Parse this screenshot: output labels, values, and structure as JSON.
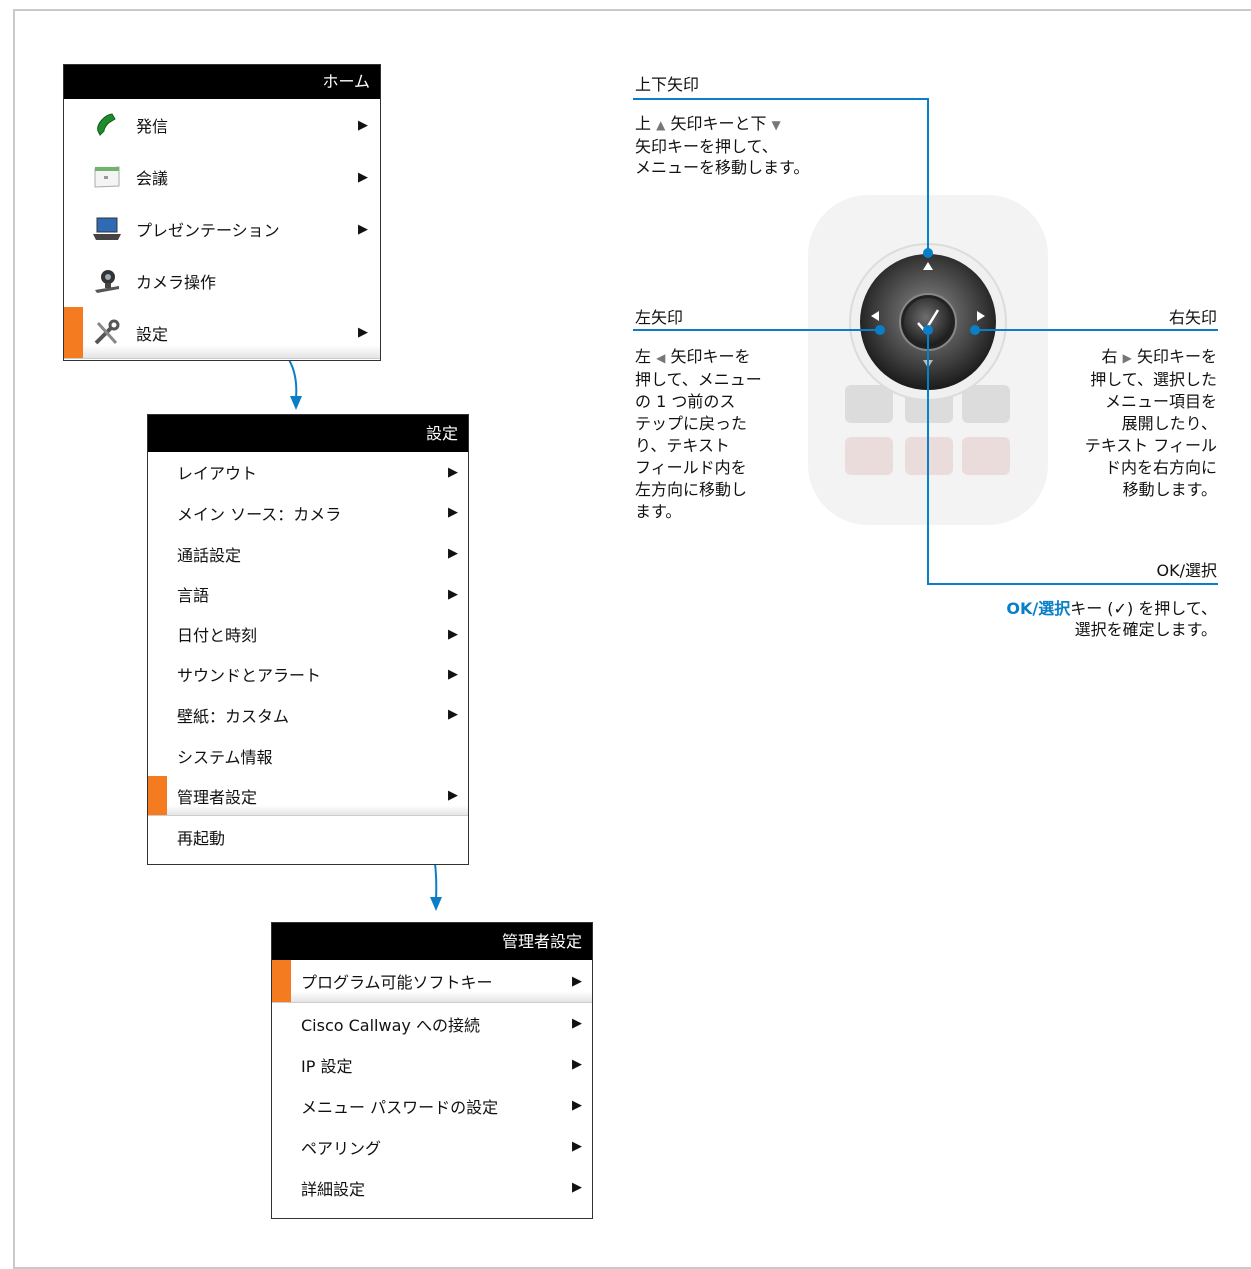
{
  "home_menu": {
    "title": "ホーム",
    "items": [
      {
        "label": "発信",
        "icon": "phone-icon",
        "has_submenu": true
      },
      {
        "label": "会議",
        "icon": "calendar-icon",
        "has_submenu": true
      },
      {
        "label": "プレゼンテーション",
        "icon": "laptop-icon",
        "has_submenu": true
      },
      {
        "label": "カメラ操作",
        "icon": "camera-icon",
        "has_submenu": false
      },
      {
        "label": "設定",
        "icon": "tools-icon",
        "has_submenu": true,
        "selected": true
      }
    ]
  },
  "settings_menu": {
    "title": "設定",
    "items": [
      {
        "label": "レイアウト",
        "has_submenu": true
      },
      {
        "label": "メイン ソース：カメラ",
        "has_submenu": true
      },
      {
        "label": "通話設定",
        "has_submenu": true
      },
      {
        "label": "言語",
        "has_submenu": true
      },
      {
        "label": "日付と時刻",
        "has_submenu": true
      },
      {
        "label": "サウンドとアラート",
        "has_submenu": true
      },
      {
        "label": "壁紙：カスタム",
        "has_submenu": true
      },
      {
        "label": "システム情報",
        "has_submenu": false
      },
      {
        "label": "管理者設定",
        "has_submenu": true,
        "selected": true
      },
      {
        "label": "再起動",
        "has_submenu": false
      }
    ]
  },
  "admin_menu": {
    "title": "管理者設定",
    "items": [
      {
        "label": "プログラム可能ソフトキー",
        "has_submenu": true,
        "selected": true
      },
      {
        "label": "Cisco Callway への接続",
        "has_submenu": true
      },
      {
        "label": "IP 設定",
        "has_submenu": true
      },
      {
        "label": "メニュー パスワードの設定",
        "has_submenu": true
      },
      {
        "label": "ペアリング",
        "has_submenu": true
      },
      {
        "label": "詳細設定",
        "has_submenu": true
      }
    ]
  },
  "callouts": {
    "updown": {
      "title": "上下矢印",
      "line1_a": "上",
      "line1_b": "矢印キーと下",
      "line2": "矢印キーを押して、",
      "line3": "メニューを移動します。"
    },
    "left": {
      "title": "左矢印",
      "line1_a": "左",
      "line1_b": "矢印キーを",
      "lines": [
        "押して、メニュー",
        "の 1 つ前のス",
        "テップに戻った",
        "り、テキスト",
        "フィールド内を",
        "左方向に移動し",
        "ます。"
      ]
    },
    "right": {
      "title": "右矢印",
      "line1_a": "右",
      "line1_b": "矢印キーを",
      "lines": [
        "押して、選択した",
        "メニュー項目を",
        "展開したり、",
        "テキスト フィール",
        "ド内を右方向に",
        "移動します。"
      ]
    },
    "ok": {
      "title": "OK/選択",
      "strong": "OK/選択",
      "line1_rest": "キー (✓) を押して、",
      "line2": "選択を確定します。"
    }
  },
  "colors": {
    "accent_blue": "#0a7fc8",
    "selection_orange": "#f47b20",
    "header_black": "#000000"
  }
}
